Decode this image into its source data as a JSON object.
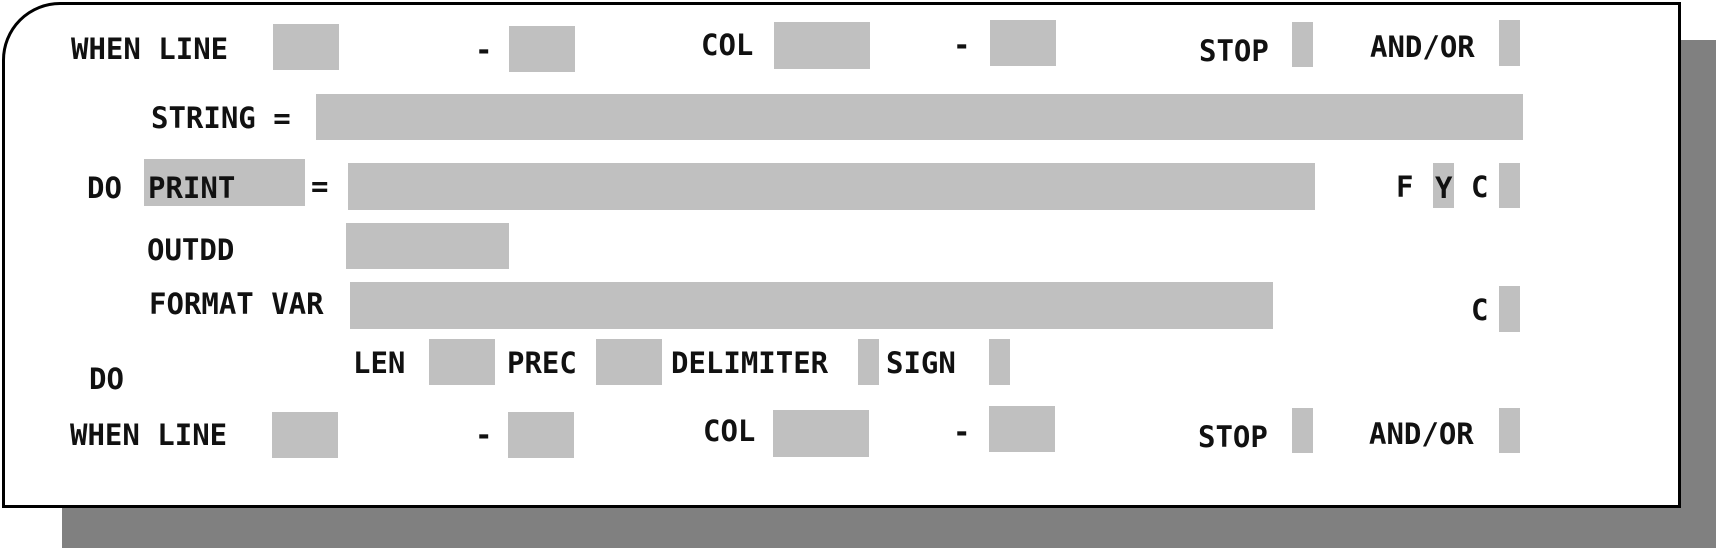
{
  "colors": {
    "background": "#ffffff",
    "field": "#c0c0c0",
    "shadow": "#808080",
    "border": "#000000",
    "text": "#111111"
  },
  "row1": {
    "when_line_label": "WHEN LINE",
    "line_dash": "-",
    "col_label": "COL",
    "col_dash": "-",
    "stop_label": "STOP",
    "andor_label": "AND/OR",
    "line_from": "",
    "line_to": "",
    "col_from": "",
    "col_to": "",
    "stop": "",
    "andor": ""
  },
  "string_row": {
    "label": "STRING =",
    "value": ""
  },
  "do_print_row": {
    "do_label": "DO",
    "action_value": "PRINT",
    "equals": "=",
    "value": "",
    "f_label": "F",
    "f_value": "Y",
    "c_label": "C",
    "c_value": ""
  },
  "outdd_row": {
    "label": "OUTDD",
    "value": ""
  },
  "format_row": {
    "label": "FORMAT VAR",
    "value": "",
    "c_label": "C",
    "c_value": ""
  },
  "len_row": {
    "do_label": "DO",
    "len_label": "LEN",
    "len_value": "",
    "prec_label": "PREC",
    "prec_value": "",
    "delimiter_label": "DELIMITER",
    "delimiter_value": "",
    "sign_label": "SIGN",
    "sign_value": ""
  },
  "row2": {
    "when_line_label": "WHEN LINE",
    "line_dash": "-",
    "col_label": "COL",
    "col_dash": "-",
    "stop_label": "STOP",
    "andor_label": "AND/OR",
    "line_from": "",
    "line_to": "",
    "col_from": "",
    "col_to": "",
    "stop": "",
    "andor": ""
  }
}
